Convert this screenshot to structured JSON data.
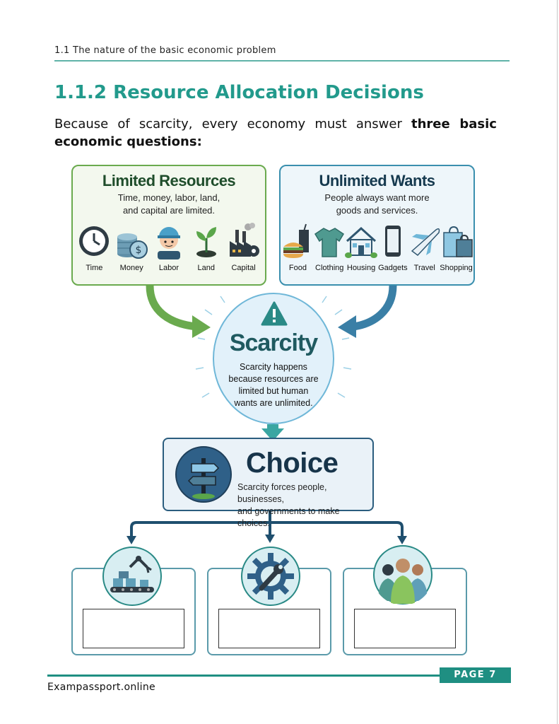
{
  "header": {
    "text": "1.1 The nature of the basic economic problem"
  },
  "section": {
    "title": "1.1.2 Resource Allocation Decisions",
    "intro_line1_plain": "Because of scarcity, every economy must answer ",
    "intro_line1_bold": "three basic",
    "intro_line2_bold": "economic questions:"
  },
  "resources": {
    "title": "Limited Resources",
    "description_line1": "Time, money, labor, land,",
    "description_line2": "and capital are limited.",
    "items": [
      {
        "label": "Time",
        "icon": "clock-icon"
      },
      {
        "label": "Money",
        "icon": "coins-icon"
      },
      {
        "label": "Labor",
        "icon": "worker-icon"
      },
      {
        "label": "Land",
        "icon": "sprout-icon"
      },
      {
        "label": "Capital",
        "icon": "factory-icon"
      }
    ]
  },
  "wants": {
    "title": "Unlimited Wants",
    "description_line1": "People always want more",
    "description_line2": "goods and services.",
    "items": [
      {
        "label": "Food",
        "icon": "food-icon"
      },
      {
        "label": "Clothing",
        "icon": "shirt-icon"
      },
      {
        "label": "Housing",
        "icon": "house-icon"
      },
      {
        "label": "Gadgets",
        "icon": "phone-icon"
      },
      {
        "label": "Travel",
        "icon": "plane-icon"
      },
      {
        "label": "Shopping",
        "icon": "shopping-bag-icon"
      }
    ]
  },
  "scarcity": {
    "title": "Scarcity",
    "description_line1": "Scarcity happens",
    "description_line2": "because resources are",
    "description_line3": "limited but human",
    "description_line4": "wants are unlimited."
  },
  "choice": {
    "title": "Choice",
    "description_line1": "Scarcity forces people, businesses,",
    "description_line2": "and governments to make choices."
  },
  "questions": [
    {
      "icon": "production-robot-icon",
      "answer": ""
    },
    {
      "icon": "gear-wrench-icon",
      "answer": ""
    },
    {
      "icon": "people-group-icon",
      "answer": ""
    }
  ],
  "colors": {
    "teal_accent": "#229a8c",
    "resources_green": "#6aaa4e",
    "wants_blue": "#3a8fae",
    "choice_navy": "#2b5d7e"
  },
  "footer": {
    "site": "Exampassport.online",
    "page": "PAGE 7"
  }
}
